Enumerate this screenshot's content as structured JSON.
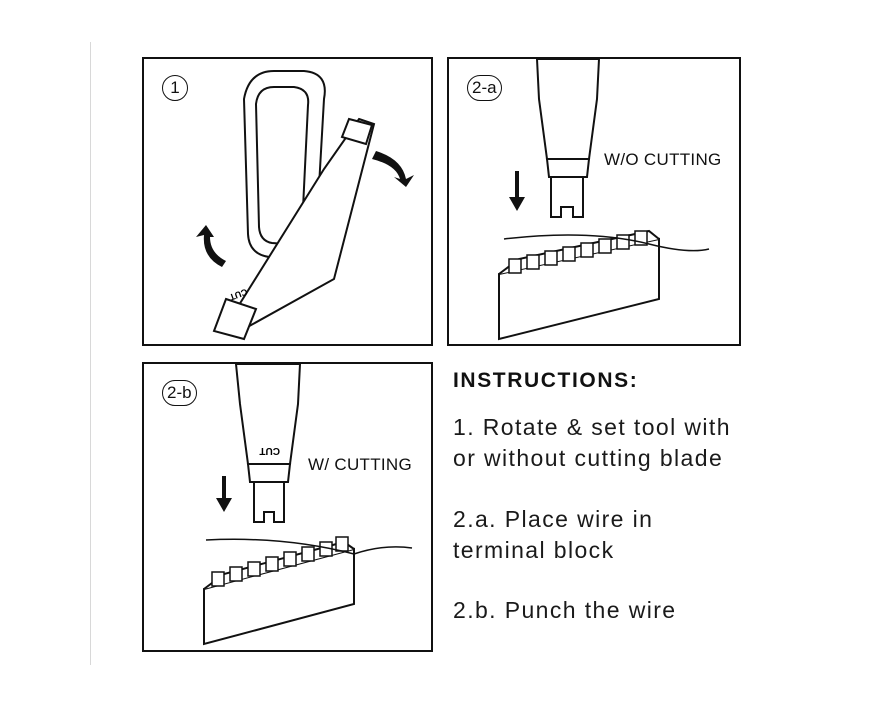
{
  "panels": [
    {
      "badge": "1"
    },
    {
      "badge": "2-a",
      "caption": "W/O CUTTING"
    },
    {
      "badge": "2-b",
      "caption": "W/ CUTTING"
    }
  ],
  "tool_label": "CUT",
  "instructions": {
    "title": "INSTRUCTIONS:",
    "steps": [
      {
        "line1": "1. Rotate & set tool with",
        "line2": "or without cutting blade"
      },
      {
        "line1": "2.a. Place wire in",
        "line2": "terminal block"
      },
      {
        "line1": "2.b. Punch the wire"
      }
    ]
  }
}
